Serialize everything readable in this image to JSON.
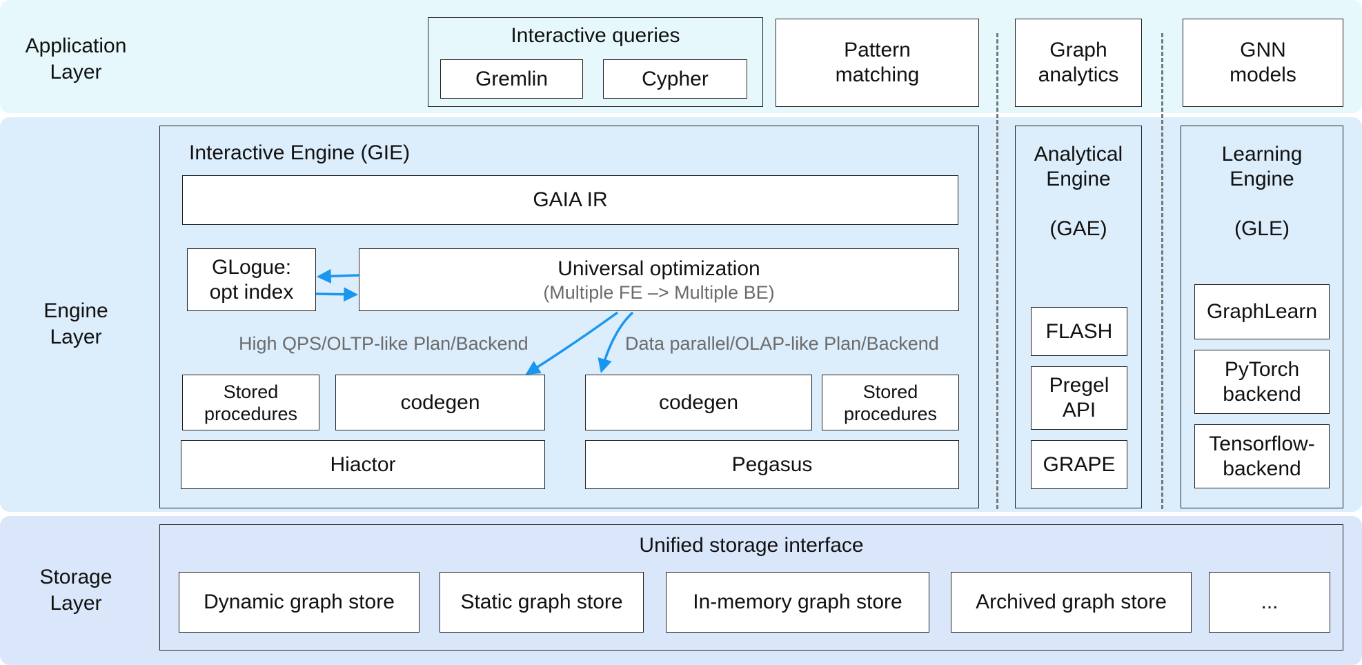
{
  "colors": {
    "app_layer_bg": "#e6f8fc",
    "engine_layer_bg": "#dcedfb",
    "storage_layer_bg": "#dae6fa",
    "arrow": "#1a96f0"
  },
  "layers": {
    "application": "Application\nLayer",
    "engine": "Engine\nLayer",
    "storage": "Storage\nLayer"
  },
  "application": {
    "interactive_queries": "Interactive queries",
    "gremlin": "Gremlin",
    "cypher": "Cypher",
    "pattern_matching": "Pattern\nmatching",
    "graph_analytics": "Graph\nanalytics",
    "gnn_models": "GNN\nmodels"
  },
  "gie": {
    "title": "Interactive Engine (GIE)",
    "gaia_ir": "GAIA IR",
    "glogue": "GLogue:\nopt index",
    "universal_optimization": "Universal optimization",
    "universal_optimization_sub": "(Multiple FE –> Multiple BE)",
    "oltp_label": "High QPS/OLTP-like Plan/Backend",
    "olap_label": "Data parallel/OLAP-like Plan/Backend",
    "stored_procedures_left": "Stored\nprocedures",
    "codegen_left": "codegen",
    "codegen_right": "codegen",
    "stored_procedures_right": "Stored\nprocedures",
    "hiactor": "Hiactor",
    "pegasus": "Pegasus"
  },
  "gae": {
    "title": "Analytical\nEngine\n\n(GAE)",
    "flash": "FLASH",
    "pregel": "Pregel\nAPI",
    "grape": "GRAPE"
  },
  "gle": {
    "title": "Learning\nEngine\n\n(GLE)",
    "graphlearn": "GraphLearn",
    "pytorch": "PyTorch\nbackend",
    "tensorflow": "Tensorflow-\nbackend"
  },
  "storage": {
    "title": "Unified storage interface",
    "stores": [
      "Dynamic graph store",
      "Static graph store",
      "In-memory graph store",
      "Archived graph store",
      "..."
    ]
  }
}
